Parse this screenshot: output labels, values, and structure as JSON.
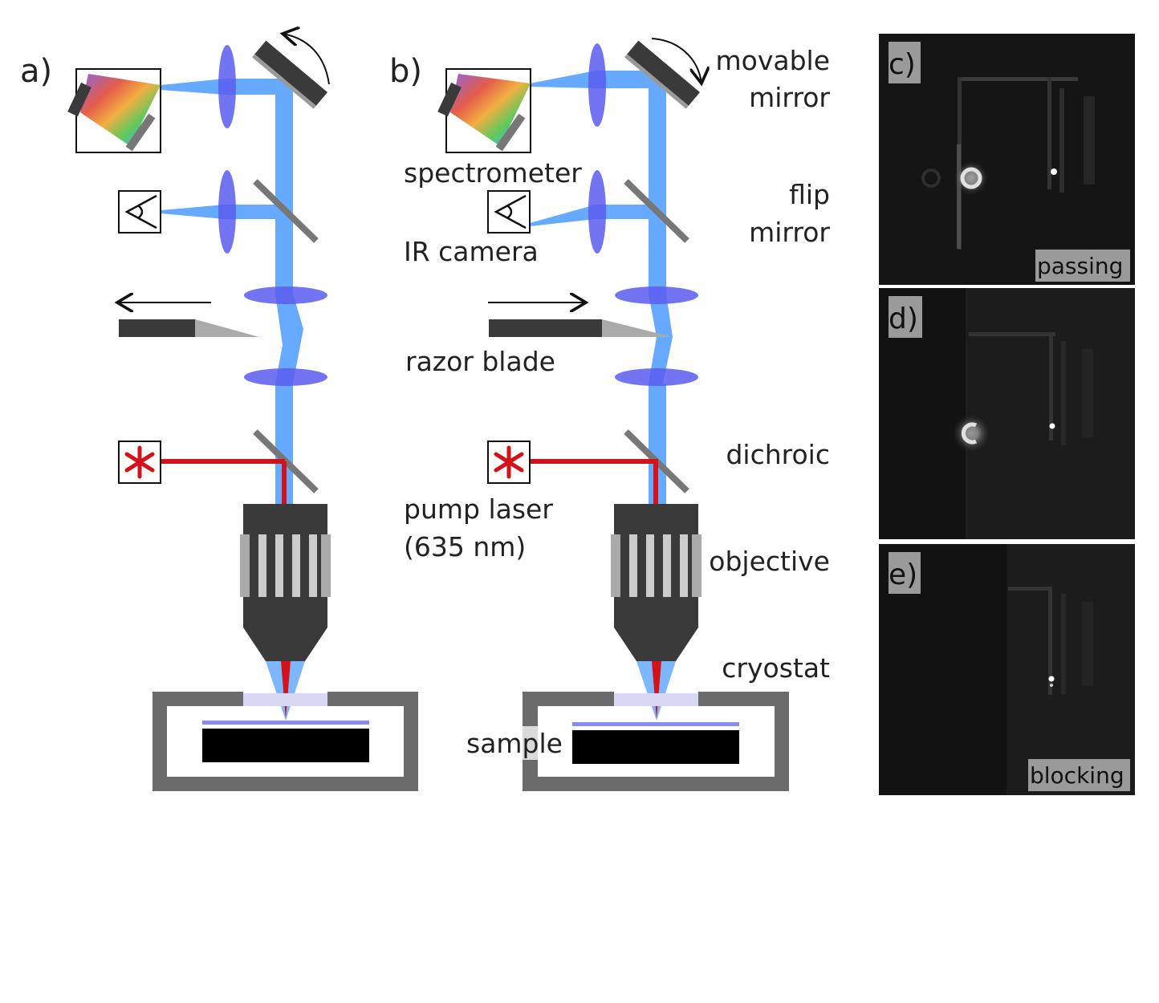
{
  "panels": {
    "a": "a)",
    "b": "b)",
    "c": "c)",
    "d": "d)",
    "e": "e)"
  },
  "labels": {
    "movable_mirror_1": "movable",
    "movable_mirror_2": "mirror",
    "spectrometer": "spectrometer",
    "flip_mirror_1": "flip",
    "flip_mirror_2": "mirror",
    "ir_camera": "IR camera",
    "razor_blade": "razor blade",
    "dichroic": "dichroic",
    "pump_laser_1": "pump laser",
    "pump_laser_2": "(635 nm)",
    "objective": "objective",
    "cryostat": "cryostat",
    "sample": "sample"
  },
  "camera_tags": {
    "c": "passing",
    "e": "blocking"
  },
  "colors": {
    "beam_blue": "#66aaff",
    "lens": "#5a5cf0",
    "pump_red": "#d4121a",
    "dark_gray": "#3a3a3a",
    "cryostat_gray": "#6b6b6b"
  },
  "icons": {
    "spectrometer": "prism-spectrometer-icon",
    "ir_camera": "eye-icon",
    "pump_laser": "laser-star-icon"
  }
}
